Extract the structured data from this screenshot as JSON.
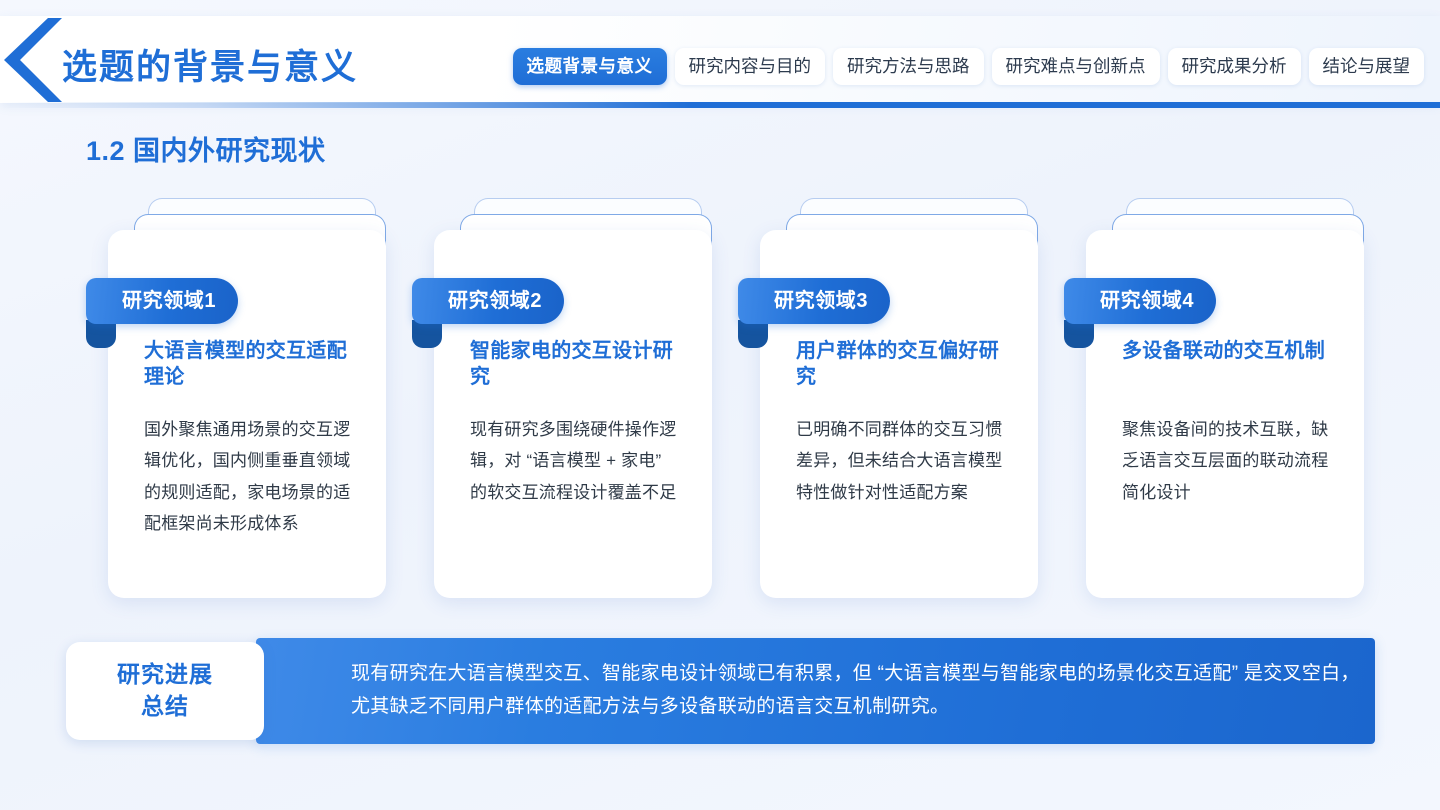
{
  "header": {
    "title": "选题的背景与意义",
    "chevron_icon": "chevron-left-icon",
    "accent_color": "#1f6ed6",
    "tabs": [
      {
        "label": "选题背景与意义",
        "active": true
      },
      {
        "label": "研究内容与目的",
        "active": false
      },
      {
        "label": "研究方法与思路",
        "active": false
      },
      {
        "label": "研究难点与创新点",
        "active": false
      },
      {
        "label": "研究成果分析",
        "active": false
      },
      {
        "label": "结论与展望",
        "active": false
      }
    ]
  },
  "section": {
    "title": "1.2 国内外研究现状"
  },
  "cards": [
    {
      "badge": "研究领域1",
      "heading": "大语言模型的交互适配理论",
      "body": "国外聚焦通用场景的交互逻辑优化，国内侧重垂直领域的规则适配，家电场景的适配框架尚未形成体系"
    },
    {
      "badge": "研究领域2",
      "heading": "智能家电的交互设计研究",
      "body": "现有研究多围绕硬件操作逻辑，对 “语言模型 + 家电” 的软交互流程设计覆盖不足"
    },
    {
      "badge": "研究领域3",
      "heading": "用户群体的交互偏好研究",
      "body": "已明确不同群体的交互习惯差异，但未结合大语言模型特性做针对性适配方案"
    },
    {
      "badge": "研究领域4",
      "heading": "多设备联动的交互机制",
      "body": "聚焦设备间的技术互联，缺乏语言交互层面的联动流程简化设计"
    }
  ],
  "summary": {
    "badge": "研究进展\n总结",
    "badge_line1": "研究进展",
    "badge_line2": "总结",
    "text": "现有研究在大语言模型交互、智能家电设计领域已有积累，但 “大语言模型与智能家电的场景化交互适配” 是交叉空白，尤其缺乏不同用户群体的适配方法与多设备联动的语言交互机制研究。"
  }
}
